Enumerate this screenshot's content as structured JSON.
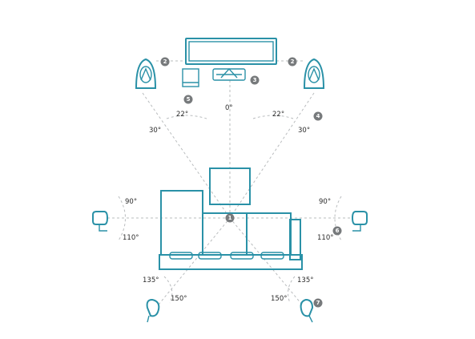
{
  "colors": {
    "outline": "#2a91a7",
    "guide": "#b9bcbe",
    "badge": "#777a7c",
    "text": "#2b2b2b"
  },
  "icons": {
    "speaker": "speaker-icon",
    "subwoofer": "subwoofer-icon",
    "tv": "tv-icon",
    "soundbar": "soundbar-icon",
    "sofa": "sofa-icon",
    "surround": "surround-speaker-icon"
  },
  "angles": {
    "center": "0°",
    "front_left_inner": "22°",
    "front_left_outer": "30°",
    "front_right_inner": "22°",
    "front_right_outer": "30°",
    "side_left_top": "90°",
    "side_left_bottom": "110°",
    "side_right_top": "90°",
    "side_right_bottom": "110°",
    "rear_left_top": "135°",
    "rear_left_bottom": "150°",
    "rear_right_top": "135°",
    "rear_right_bottom": "150°"
  },
  "badges": {
    "front_left": "2",
    "front_right": "2",
    "soundbar": "3",
    "front_right_angle": "4",
    "subwoofer": "5",
    "side_right": "6",
    "rear_right": "7",
    "listener": "1"
  }
}
